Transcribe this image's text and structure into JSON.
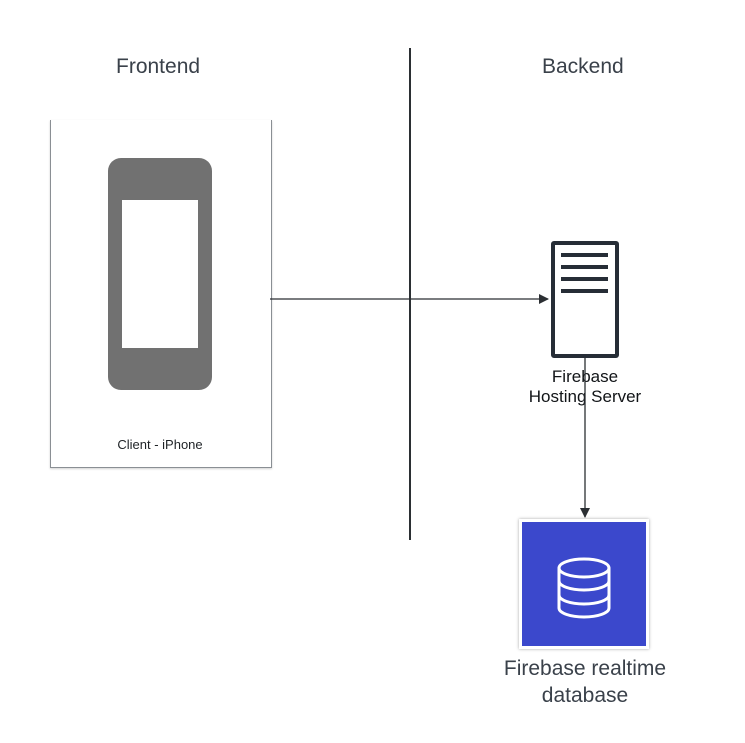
{
  "sections": {
    "frontend_title": "Frontend",
    "backend_title": "Backend"
  },
  "client": {
    "label": "Client - iPhone",
    "icon": "smartphone-icon"
  },
  "server": {
    "label_line1": "Firebase",
    "label_line2": "Hosting Server",
    "icon": "server-icon"
  },
  "database": {
    "label_line1": "Firebase realtime",
    "label_line2": "database",
    "icon": "database-icon",
    "tile_color": "#3b48cc"
  },
  "colors": {
    "text": "#3a414a",
    "line": "#2b2f33",
    "phone": "#717171",
    "server_outline": "#262d36"
  }
}
